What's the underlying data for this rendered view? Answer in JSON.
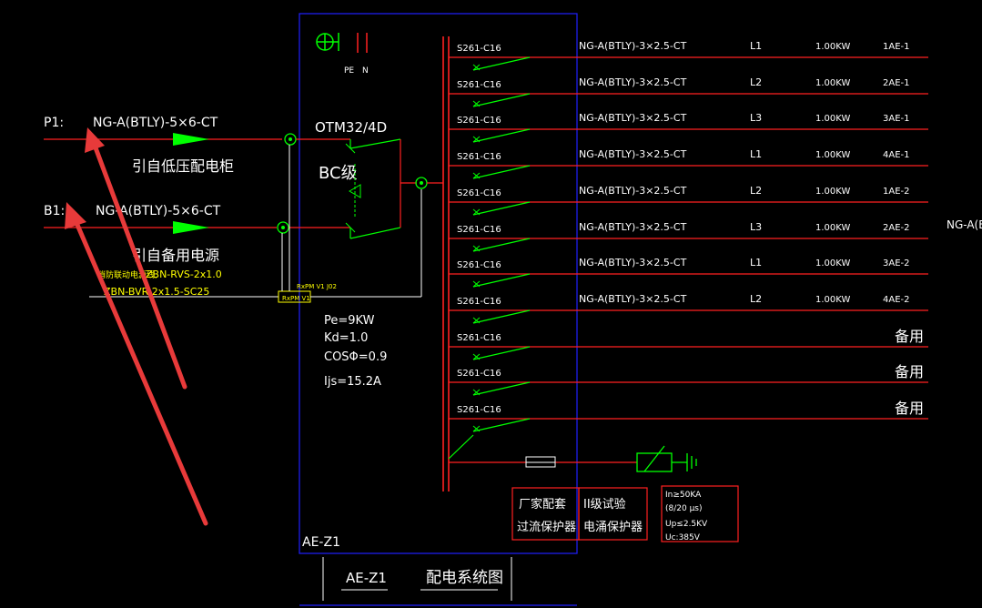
{
  "drawing": {
    "cabinet_id": "AE-Z1",
    "title_code": "AE-Z1",
    "title_text": "配电系统图"
  },
  "incoming": {
    "p1": {
      "tag": "P1:",
      "cable": "NG-A(BTLY)-5×6-CT",
      "source": "引自低压配电柜"
    },
    "b1": {
      "tag": "B1:",
      "cable": "NG-A(BTLY)-5×6-CT",
      "source": "引自备用电源"
    },
    "control_cable_1": "ZBN-RVS-2x1.0",
    "control_cable_1_prefix": "消防联动电源线,",
    "control_cable_2": "ZBN-BVR-2x1.5-SC25",
    "monitor_module_top": "RxPM V1 J02",
    "monitor_module_box": "RxPM V1"
  },
  "main": {
    "pe_label": "PE",
    "n_label": "N",
    "ats_model": "OTM32/4D",
    "ats_grade": "BC级",
    "pe": "Pe=9KW",
    "kd": "Kd=1.0",
    "cos": "COSΦ=0.9",
    "ijs": "Ijs=15.2A"
  },
  "circuits": [
    {
      "breaker": "S261-C16",
      "cable": "NG-A(BTLY)-3×2.5-CT",
      "phase": "L1",
      "power": "1.00KW",
      "load": "1AE-1"
    },
    {
      "breaker": "S261-C16",
      "cable": "NG-A(BTLY)-3×2.5-CT",
      "phase": "L2",
      "power": "1.00KW",
      "load": "2AE-1"
    },
    {
      "breaker": "S261-C16",
      "cable": "NG-A(BTLY)-3×2.5-CT",
      "phase": "L3",
      "power": "1.00KW",
      "load": "3AE-1"
    },
    {
      "breaker": "S261-C16",
      "cable": "NG-A(BTLY)-3×2.5-CT",
      "phase": "L1",
      "power": "1.00KW",
      "load": "4AE-1"
    },
    {
      "breaker": "S261-C16",
      "cable": "NG-A(BTLY)-3×2.5-CT",
      "phase": "L2",
      "power": "1.00KW",
      "load": "1AE-2"
    },
    {
      "breaker": "S261-C16",
      "cable": "NG-A(BTLY)-3×2.5-CT",
      "phase": "L3",
      "power": "1.00KW",
      "load": "2AE-2"
    },
    {
      "breaker": "S261-C16",
      "cable": "NG-A(BTLY)-3×2.5-CT",
      "phase": "L1",
      "power": "1.00KW",
      "load": "3AE-2"
    },
    {
      "breaker": "S261-C16",
      "cable": "NG-A(BTLY)-3×2.5-CT",
      "phase": "L2",
      "power": "1.00KW",
      "load": "4AE-2"
    },
    {
      "breaker": "S261-C16",
      "cable": "",
      "phase": "",
      "power": "",
      "load": "备用"
    },
    {
      "breaker": "S261-C16",
      "cable": "",
      "phase": "",
      "power": "",
      "load": "备用"
    },
    {
      "breaker": "S261-C16",
      "cable": "",
      "phase": "",
      "power": "",
      "load": "备用"
    }
  ],
  "edge_cable_label": "NG-A(BTL",
  "protection": {
    "box1_line1": "厂家配套",
    "box1_line2": "过流保护器",
    "box2_line1": "II级试验",
    "box2_line2": "电涌保护器",
    "spec_line1": "In≥50KA",
    "spec_line2": "(8/20 μs)",
    "spec_line3": "Up≤2.5KV",
    "spec_line4": "Uc:385V"
  },
  "colors": {
    "background": "#000000",
    "wire_red": "#ff2020",
    "wire_green": "#00ff00",
    "frame_blue": "#2020ff",
    "text_white": "#ffffff",
    "text_yellow": "#ffff00",
    "annotation_arrow": "#e83a3a"
  }
}
